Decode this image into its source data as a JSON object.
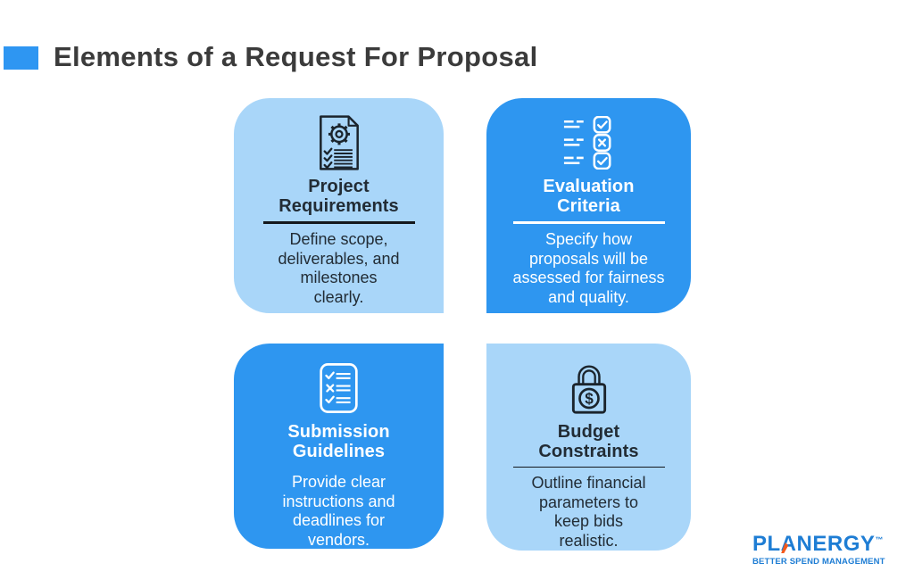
{
  "header": {
    "title": "Elements of a Request For Proposal"
  },
  "colors": {
    "brand_blue": "#2E96F0",
    "light_card_blue": "#A9D6F9",
    "dark_text": "#222C35",
    "white_text": "#FFFFFF",
    "logo_blue": "#1E7DD4",
    "logo_orange": "#F4591C"
  },
  "cards": [
    {
      "title": "Project\nRequirements",
      "description": "Define scope,\ndeliverables, and\nmilestones\nclearly.",
      "variant": "light",
      "icon": "document-gear-checklist-icon"
    },
    {
      "title": "Evaluation\nCriteria",
      "description": "Specify how\nproposals will be\nassessed for fairness\nand quality.",
      "variant": "blue",
      "icon": "checklist-checkboxes-icon"
    },
    {
      "title": "Submission\nGuidelines",
      "description": "Provide clear\ninstructions and\ndeadlines for\nvendors.",
      "variant": "blue",
      "icon": "clipboard-checklist-icon"
    },
    {
      "title": "Budget\nConstraints",
      "description": "Outline financial\nparameters to\nkeep bids\nrealistic.",
      "variant": "light",
      "icon": "padlock-dollar-icon"
    }
  ],
  "logo": {
    "part_pre": "PL",
    "part_accent": "A",
    "part_post": "NERGY",
    "trademark": "™",
    "tagline": "BETTER SPEND MANAGEMENT"
  }
}
